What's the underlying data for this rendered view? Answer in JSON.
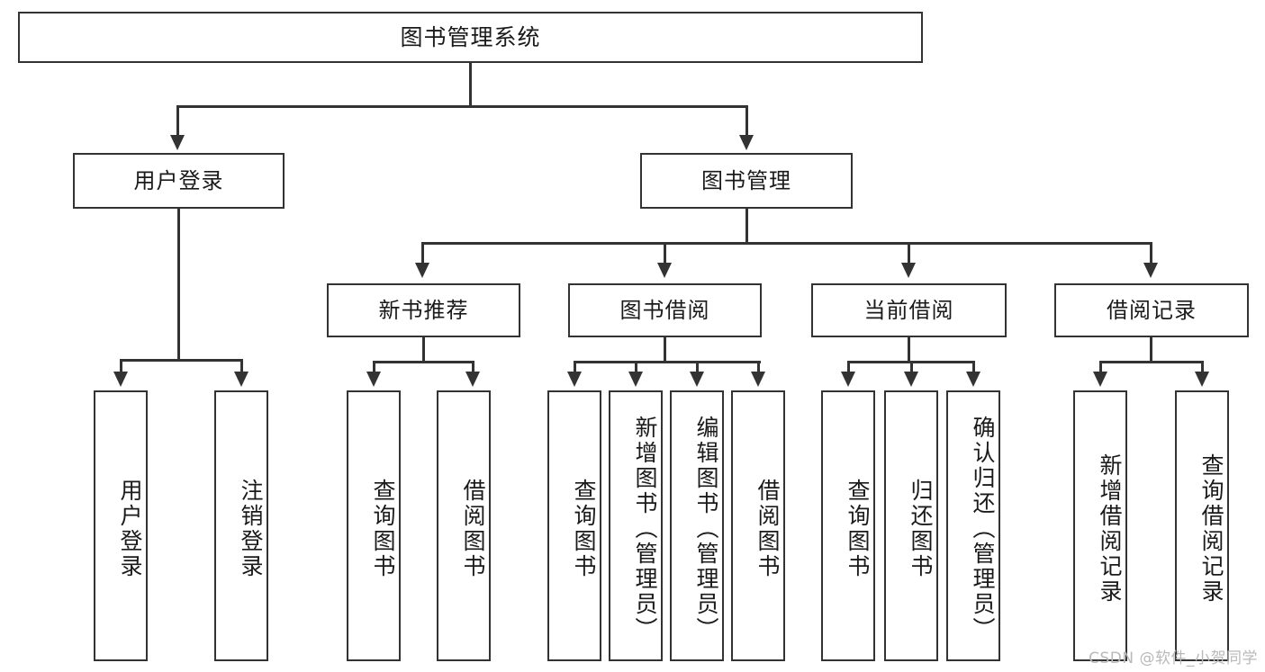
{
  "diagram": {
    "title": "图书管理系统",
    "type": "hierarchy-tree",
    "watermark": "CSDN @软件_小贺同学",
    "colors": {
      "stroke": "#333333",
      "fill": "#ffffff",
      "text": "#1a1a1a",
      "watermark": "#b9b9b9"
    },
    "root": {
      "label": "图书管理系统"
    },
    "level2": [
      {
        "label": "用户登录"
      },
      {
        "label": "图书管理"
      }
    ],
    "level3": [
      {
        "label": "新书推荐"
      },
      {
        "label": "图书借阅"
      },
      {
        "label": "当前借阅"
      },
      {
        "label": "借阅记录"
      }
    ],
    "leaves": {
      "user_login": [
        {
          "label": "用户登录"
        },
        {
          "label": "注销登录"
        }
      ],
      "new_book": [
        {
          "label": "查询图书"
        },
        {
          "label": "借阅图书"
        }
      ],
      "book_borrow": [
        {
          "label": "查询图书"
        },
        {
          "label": "新增图书（管理员）"
        },
        {
          "label": "编辑图书（管理员）"
        },
        {
          "label": "借阅图书"
        }
      ],
      "current_borrow": [
        {
          "label": "查询图书"
        },
        {
          "label": "归还图书"
        },
        {
          "label": "确认归还（管理员）"
        }
      ],
      "borrow_record": [
        {
          "label": "新增借阅记录"
        },
        {
          "label": "查询借阅记录"
        }
      ]
    }
  }
}
